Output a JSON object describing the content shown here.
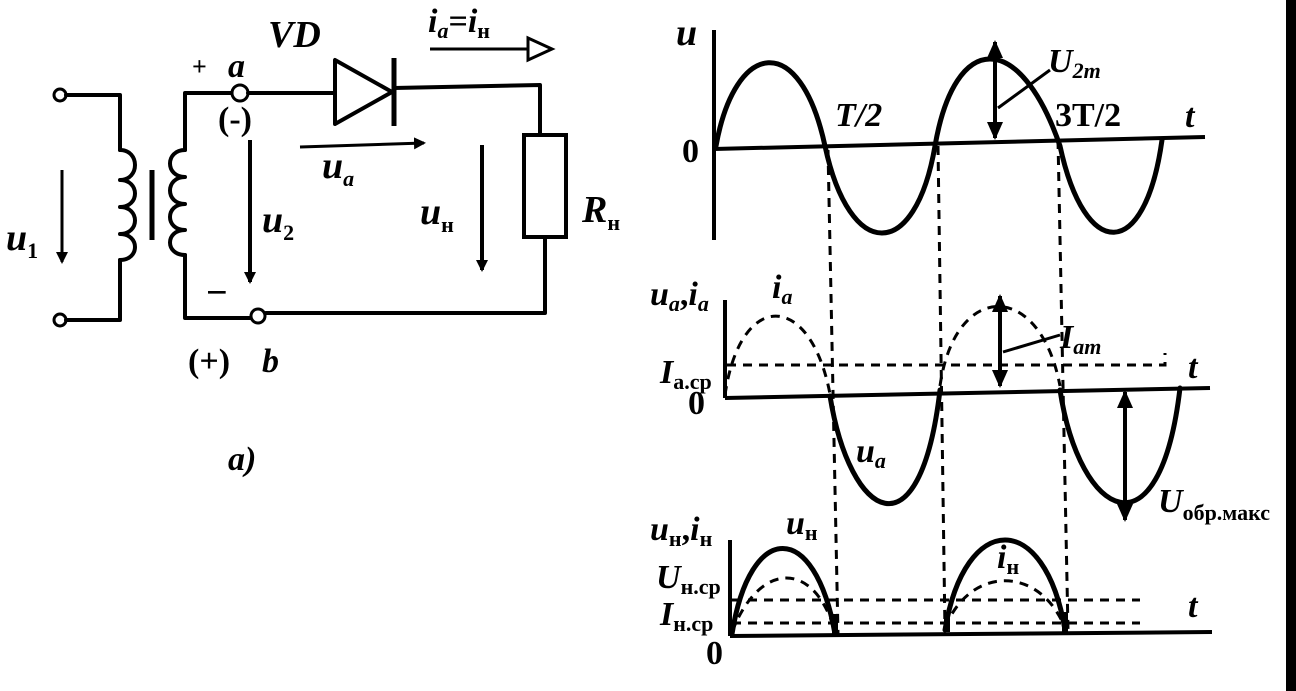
{
  "caption": "a)",
  "circuit": {
    "diode": "VD",
    "current_label": "i",
    "current_sub_a": "a",
    "current_eq": "=",
    "current_sub_n": "н",
    "terminal_a": "a",
    "terminal_b": "b",
    "plus_top": "+",
    "minus_bottom": "−",
    "paren_minus": "(-)",
    "paren_plus": "(+)",
    "u1_main": "u",
    "u1_sub": "1",
    "u2_main": "u",
    "u2_sub": "2",
    "ua_main": "u",
    "ua_sub": "a",
    "un_main": "u",
    "un_sub": "н",
    "rn_main": "R",
    "rn_sub": "н"
  },
  "waveforms": {
    "panel1": {
      "axis_y": "u",
      "axis_x": "t",
      "origin": "0",
      "half_period": "T/2",
      "three_half_period": "3T/2",
      "amp_main": "U",
      "amp_sub": "2m"
    },
    "panel2": {
      "axis_y": "u",
      "axis_y_sub1": "a",
      "axis_y_sep": ",",
      "axis_y2": "i",
      "axis_y_sub2": "a",
      "axis_x": "t",
      "origin": "0",
      "current_main": "i",
      "current_sub": "a",
      "avg_main": "I",
      "avg_sub": "a.ср",
      "peak_main": "I",
      "peak_sub": "am",
      "voltage_main": "u",
      "voltage_sub": "a",
      "reverse_main": "U",
      "reverse_sub": "обр.макс"
    },
    "panel3": {
      "axis_y": "u",
      "axis_y_sub1": "н",
      "axis_y_sep": ",",
      "axis_y2": "i",
      "axis_y_sub2": "н",
      "axis_x": "t",
      "origin": "0",
      "voltage_main": "u",
      "voltage_sub": "н",
      "current_main": "i",
      "current_sub": "н",
      "uavg_main": "U",
      "uavg_sub": "н.ср",
      "iavg_main": "I",
      "iavg_sub": "н.ср"
    }
  }
}
